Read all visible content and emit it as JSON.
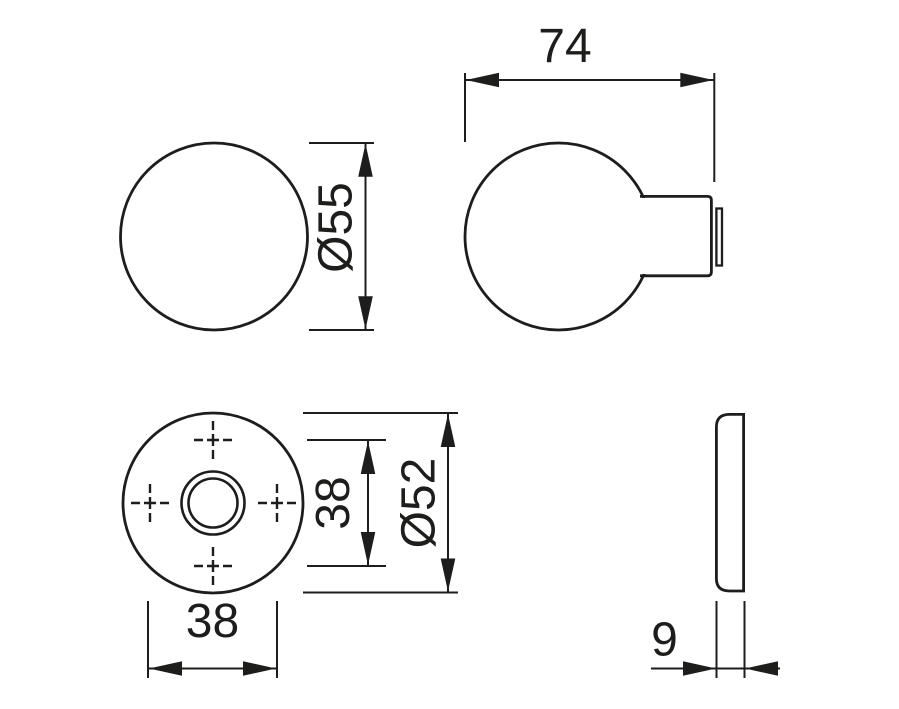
{
  "drawing": {
    "line_color": "#1d1d1b",
    "background_color": "#ffffff",
    "dimensions": {
      "knob_length": "74",
      "knob_diameter": "Ø55",
      "screw_circle_vertical": "38",
      "rosette_diameter": "Ø52",
      "screw_circle_horizontal": "38",
      "rosette_thickness": "9"
    }
  }
}
